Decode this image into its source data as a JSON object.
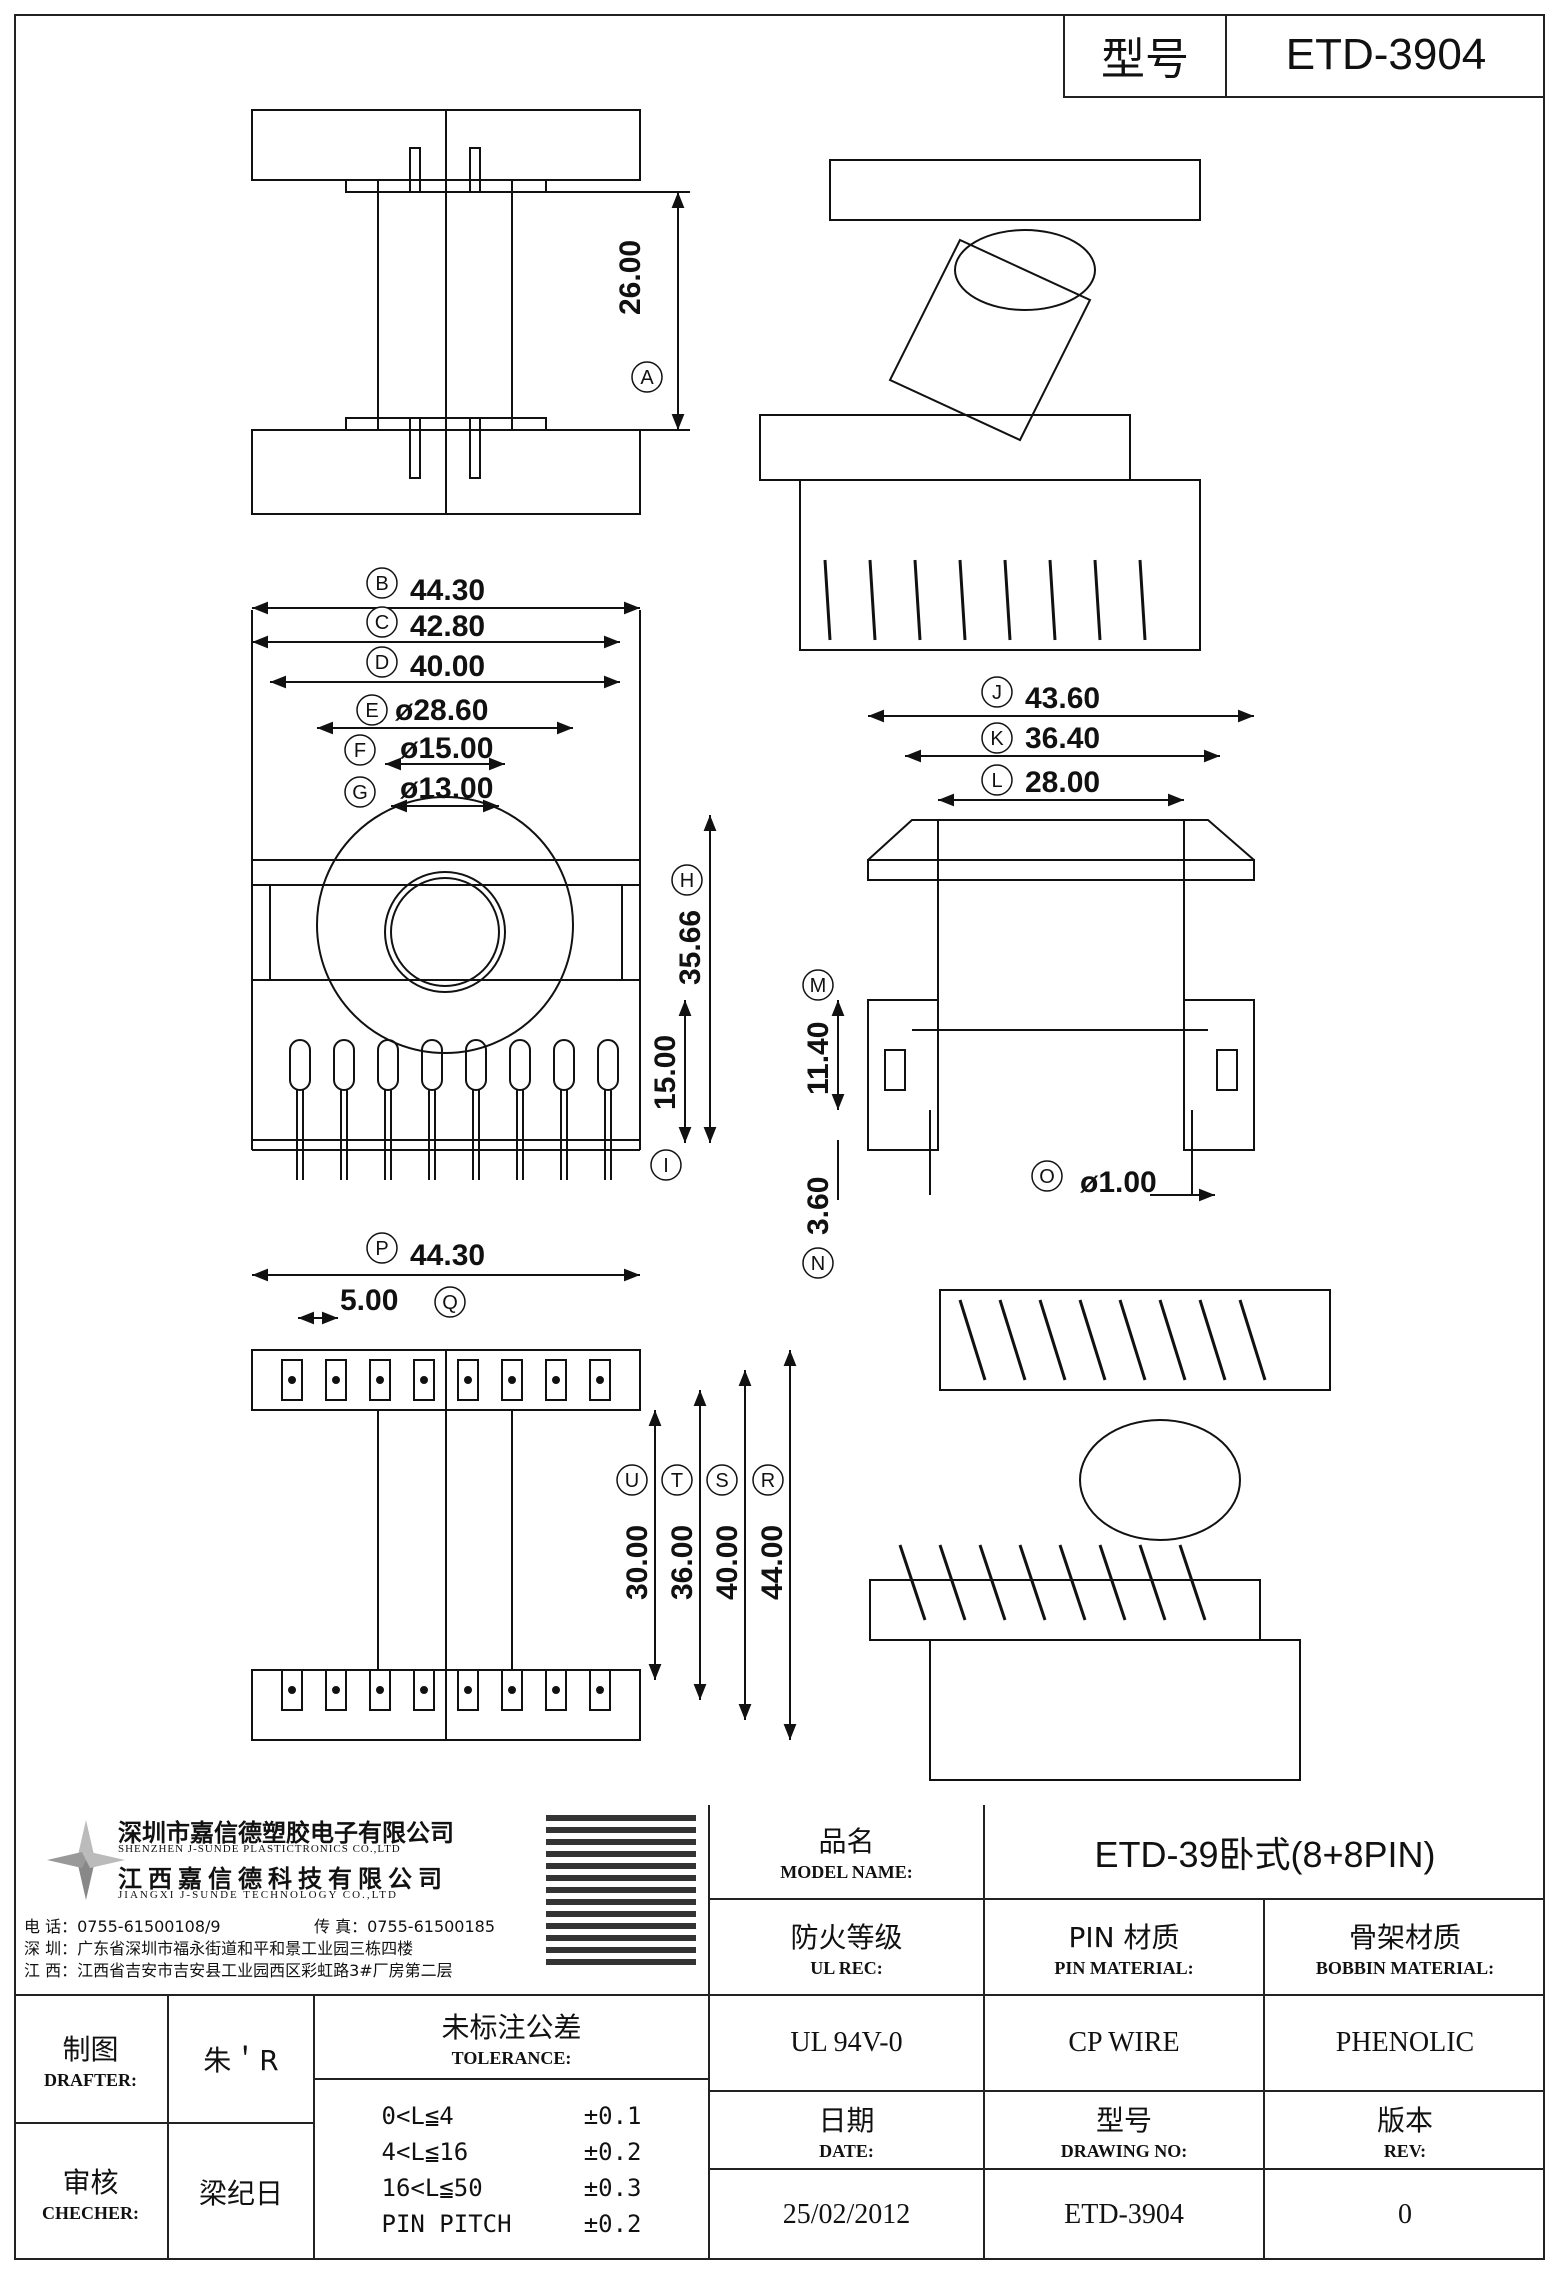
{
  "header": {
    "model_label": "型号",
    "model_value": "ETD-3904"
  },
  "dimensions": {
    "A": {
      "label": "A",
      "value": "26.00"
    },
    "B": {
      "label": "B",
      "value": "44.30"
    },
    "C": {
      "label": "C",
      "value": "42.80"
    },
    "D": {
      "label": "D",
      "value": "40.00"
    },
    "E": {
      "label": "E",
      "value": "ø28.60"
    },
    "F": {
      "label": "F",
      "value": "ø15.00"
    },
    "G": {
      "label": "G",
      "value": "ø13.00"
    },
    "H": {
      "label": "H",
      "value": "35.66"
    },
    "I": {
      "label": "I",
      "value": "15.00"
    },
    "J": {
      "label": "J",
      "value": "43.60"
    },
    "K": {
      "label": "K",
      "value": "36.40"
    },
    "L": {
      "label": "L",
      "value": "28.00"
    },
    "M": {
      "label": "M",
      "value": "11.40"
    },
    "N": {
      "label": "N",
      "value": "3.60"
    },
    "O": {
      "label": "O",
      "value": "ø1.00"
    },
    "P": {
      "label": "P",
      "value": "44.30"
    },
    "Q": {
      "label": "Q",
      "value": "5.00"
    },
    "R": {
      "label": "R",
      "value": "44.00"
    },
    "S": {
      "label": "S",
      "value": "40.00"
    },
    "T": {
      "label": "T",
      "value": "36.00"
    },
    "U": {
      "label": "U",
      "value": "30.00"
    }
  },
  "company": {
    "name_sz": "深圳市嘉信德塑胶电子有限公司",
    "name_sz_en": "SHENZHEN J-SUNDE PLASTICTRONICS CO.,LTD",
    "name_jx": "江西嘉信德科技有限公司",
    "name_jx_en": "JIANGXI J-SUNDE TECHNOLOGY CO.,LTD",
    "phone": "电 话：0755-61500108/9",
    "fax": "传 真：0755-61500185",
    "addr_sz": "深 圳：广东省深圳市福永街道和平和景工业园三栋四楼",
    "addr_jx": "江 西：江西省吉安市吉安县工业园西区彩虹路3#厂房第二层"
  },
  "title_block": {
    "product_name_zh": "品名",
    "product_name_en": "MODEL NAME:",
    "product_name_value": "ETD-39卧式(8+8PIN)",
    "ul_zh": "防火等级",
    "ul_en": "UL REC:",
    "pin_zh": "PIN 材质",
    "pin_en": "PIN MATERIAL:",
    "bobbin_zh": "骨架材质",
    "bobbin_en": "BOBBIN MATERIAL:",
    "ul_value": "UL 94V-0",
    "pin_value": "CP WIRE",
    "bobbin_value": "PHENOLIC",
    "drafter_zh": "制图",
    "drafter_en": "DRAFTER:",
    "drafter_value": "朱＇R",
    "checker_zh": "审核",
    "checker_en": "CHECHER:",
    "checker_value": "梁纪日",
    "tolerance_zh": "未标注公差",
    "tolerance_en": "TOLERANCE:",
    "tolerances": [
      {
        "range": "0<L≦4",
        "tol": "±0.1"
      },
      {
        "range": "4<L≦16",
        "tol": "±0.2"
      },
      {
        "range": "16<L≦50",
        "tol": "±0.3"
      },
      {
        "range": "PIN PITCH",
        "tol": "±0.2"
      }
    ],
    "date_zh": "日期",
    "date_en": "DATE:",
    "date_value": "25/02/2012",
    "drawing_zh": "型号",
    "drawing_en": "DRAWING NO:",
    "drawing_value": "ETD-3904",
    "rev_zh": "版本",
    "rev_en": "REV:",
    "rev_value": "0"
  }
}
